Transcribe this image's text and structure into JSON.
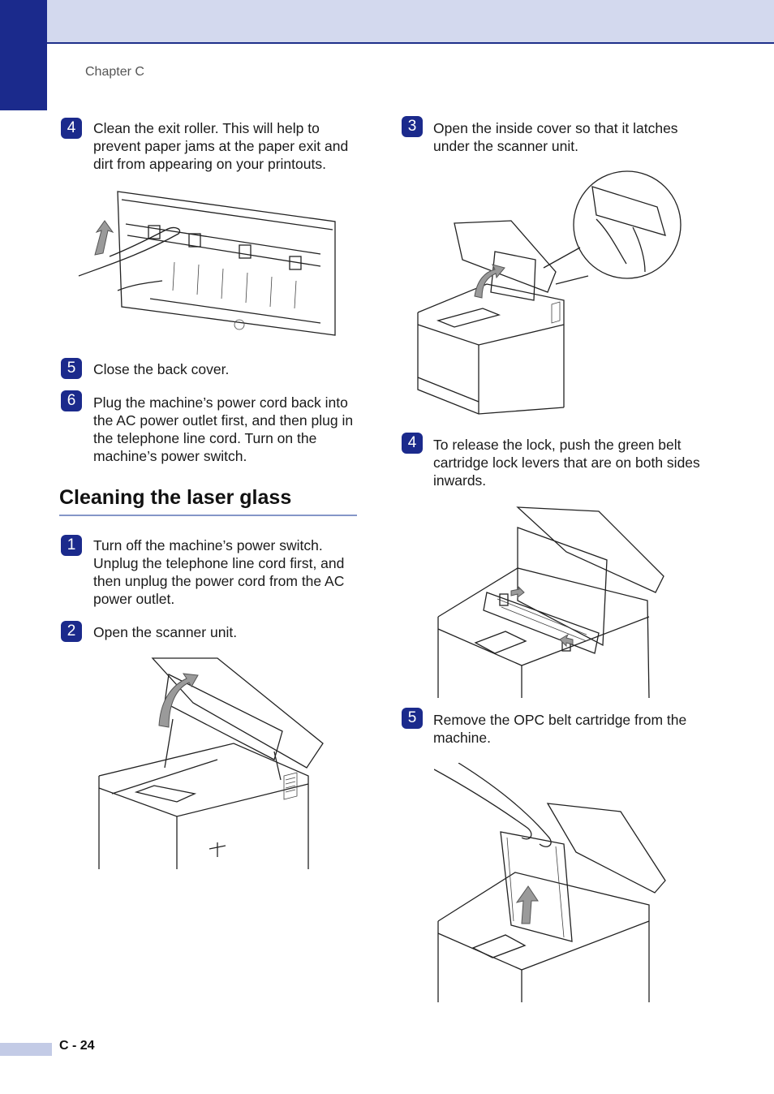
{
  "header": {
    "chapter": "Chapter C"
  },
  "left_column": {
    "steps_top": [
      {
        "number": "4",
        "text": "Clean the exit roller. This will help to prevent paper jams at the paper exit and dirt from appearing on your printouts."
      },
      {
        "number": "5",
        "text": "Close the back cover."
      },
      {
        "number": "6",
        "text": "Plug the machine’s power cord back into the AC power outlet first, and then plug in the telephone line cord. Turn on the machine’s power switch."
      }
    ],
    "section_title": "Cleaning the laser glass",
    "steps_bottom": [
      {
        "number": "1",
        "text": "Turn off the machine’s power switch. Unplug the telephone line cord first, and then unplug the power cord from the AC power outlet."
      },
      {
        "number": "2",
        "text": "Open the scanner unit."
      }
    ]
  },
  "right_column": {
    "steps": [
      {
        "number": "3",
        "text": "Open the inside cover so that it latches under the scanner unit."
      },
      {
        "number": "4",
        "text": "To release the lock, push the green belt cartridge lock levers that are on both sides inwards."
      },
      {
        "number": "5",
        "text": "Remove the OPC belt cartridge from the machine."
      }
    ]
  },
  "footer": {
    "page_number": "C - 24"
  }
}
